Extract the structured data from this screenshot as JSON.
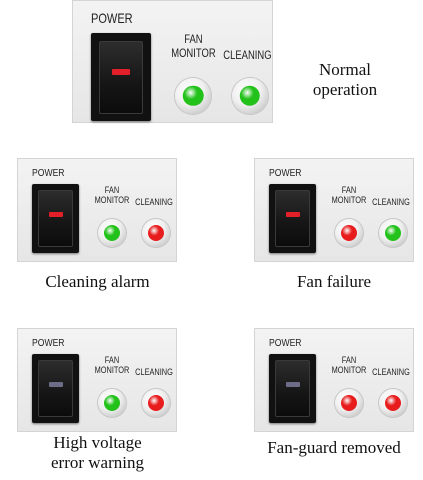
{
  "labels": {
    "power": "POWER",
    "fan_monitor_line1": "FAN",
    "fan_monitor_line2": "MONITOR",
    "cleaning": "CLEANING"
  },
  "colors": {
    "led_green": "#22c21a",
    "led_red": "#e81c1c",
    "switch_indicator_on": "#e3202a",
    "switch_indicator_off": "#6d6d88"
  },
  "states": [
    {
      "caption_line1": "Normal",
      "caption_line2": "operation",
      "power_indicator": "red",
      "fan_monitor": "green",
      "cleaning": "green"
    },
    {
      "caption_line1": "Cleaning alarm",
      "caption_line2": "",
      "power_indicator": "red",
      "fan_monitor": "green",
      "cleaning": "red"
    },
    {
      "caption_line1": "Fan failure",
      "caption_line2": "",
      "power_indicator": "red",
      "fan_monitor": "red",
      "cleaning": "green"
    },
    {
      "caption_line1": "High voltage",
      "caption_line2": "error warning",
      "power_indicator": "off",
      "fan_monitor": "green",
      "cleaning": "red"
    },
    {
      "caption_line1": "Fan-guard removed",
      "caption_line2": "",
      "power_indicator": "off",
      "fan_monitor": "red",
      "cleaning": "red"
    }
  ]
}
